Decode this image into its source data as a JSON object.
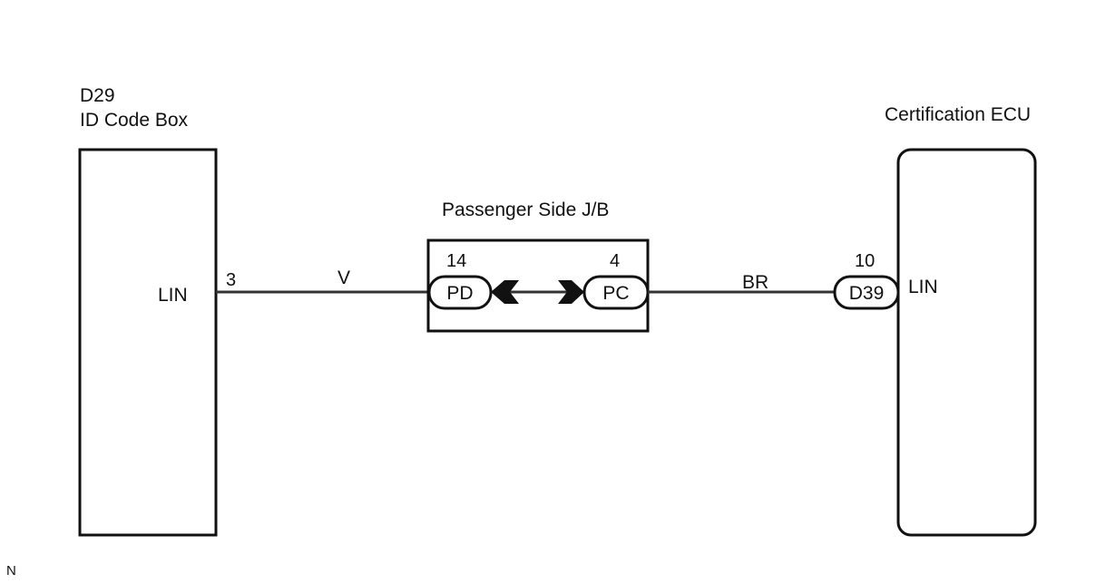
{
  "id_code_box": {
    "code": "D29",
    "name": "ID Code Box",
    "pin_label": "LIN",
    "pin_number": "3"
  },
  "wire_left": {
    "color_code": "V"
  },
  "junction_block": {
    "name": "Passenger Side J/B",
    "left_terminal": {
      "pin_number": "14",
      "connector": "PD"
    },
    "right_terminal": {
      "pin_number": "4",
      "connector": "PC"
    }
  },
  "wire_right": {
    "color_code": "BR"
  },
  "certification_ecu": {
    "name": "Certification ECU",
    "pin_label": "LIN",
    "pin_number": "10",
    "connector": "D39"
  },
  "corner_mark": "N"
}
